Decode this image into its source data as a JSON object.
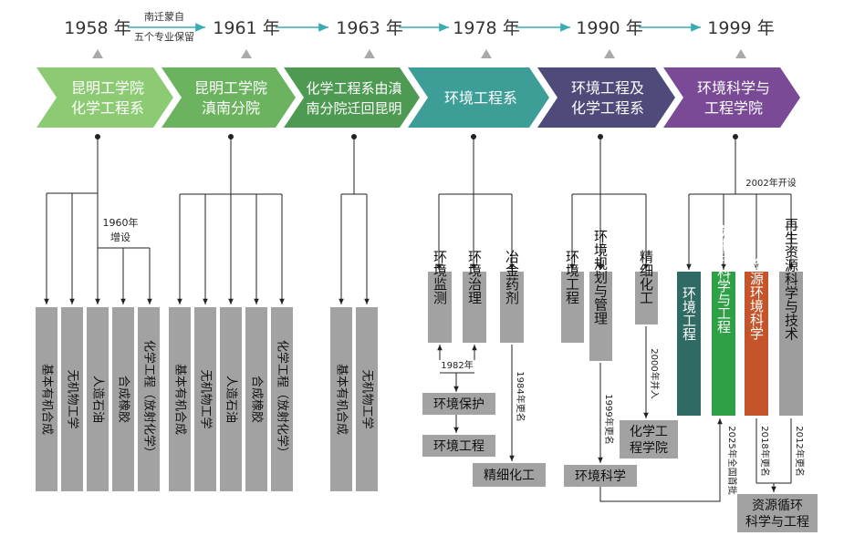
{
  "timeline": {
    "years": [
      "1958 年",
      "1961 年",
      "1963 年",
      "1978 年",
      "1990 年",
      "1999 年"
    ],
    "note_1958_1961": [
      "南迁蒙自",
      "五个专业保留"
    ]
  },
  "stages": [
    {
      "lines": [
        "昆明工学院",
        "化学工程系"
      ],
      "color": "#8CCB73"
    },
    {
      "lines": [
        "昆明工学院",
        "滇南分院"
      ],
      "color": "#6BB35E"
    },
    {
      "lines": [
        "化学工程系由滇",
        "南分院迁回昆明"
      ],
      "color": "#4E9A52"
    },
    {
      "lines": [
        "环境工程系"
      ],
      "color": "#3C9E96"
    },
    {
      "lines": [
        "环境工程及",
        "化学工程系"
      ],
      "color": "#4E4B7A"
    },
    {
      "lines": [
        "环境科学与",
        "工程学院"
      ],
      "color": "#7A4A96"
    }
  ],
  "majors_1958": [
    "基本有机合成",
    "无机物工学",
    "人造石油",
    "合成橡胶",
    "化学工程（放射化学）"
  ],
  "note_1960": [
    "1960年",
    "增设"
  ],
  "majors_1961": [
    "基本有机合成",
    "无机物工学",
    "人造石油",
    "合成橡胶",
    "化学工程（放射化学）"
  ],
  "majors_1963": [
    "基本有机合成",
    "无机物工学"
  ],
  "majors_1978": [
    "环境监测",
    "环境治理",
    "冶金药剂"
  ],
  "evolution_1978": {
    "year_label": "1982年",
    "protect": "环境保护",
    "engineering": "环境工程",
    "rename_label": "1984年更名",
    "fine_chem": "精细化工"
  },
  "majors_1990": [
    "环境工程",
    "环境规划与管理",
    "精细化工"
  ],
  "evolution_1990": {
    "rename_label": "1999年更名",
    "env_science": "环境科学",
    "merge_label": "2000年并入",
    "chem_college": [
      "化学工",
      "程学院"
    ]
  },
  "note_2002": "2002年开设",
  "majors_1999": [
    {
      "text": "环境工程",
      "color": "#2F6B64"
    },
    {
      "text": "碳中和科学与工程",
      "color": "#2EA046"
    },
    {
      "text": "资源环境科学",
      "color": "#C4542A"
    },
    {
      "text": "再生资源科学与技术",
      "color": "#9E9E9E"
    }
  ],
  "notes_1999": {
    "approval_label": "2025年全国首批",
    "rename_2018": "2018年更名",
    "rename_2012": "2012年更名",
    "recycle": [
      "资源循环",
      "科学与工程"
    ]
  }
}
